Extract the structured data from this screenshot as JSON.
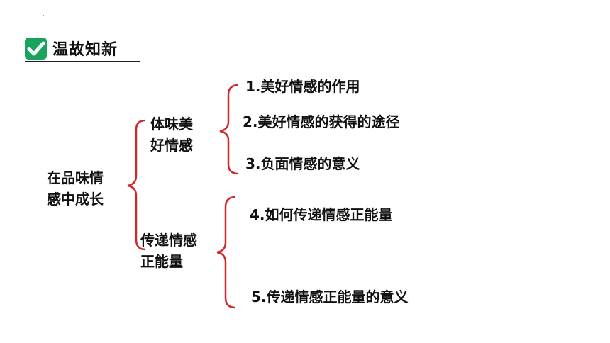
{
  "heading": {
    "title": "温故知新",
    "icon": "check-icon",
    "accent": "#19a35b"
  },
  "root": {
    "line1": "在品味情",
    "line2": "感中成长"
  },
  "branches": [
    {
      "line1": "体味美",
      "line2": "好情感",
      "items": [
        "1.美好情感的作用",
        "2.美好情感的获得的途径",
        "3.负面情感的意义"
      ]
    },
    {
      "line1": "传递情感",
      "line2": "正能量",
      "items": [
        "4.如何传递情感正能量",
        "5.传递情感正能量的意义"
      ]
    }
  ],
  "brace_color": "#d0282a"
}
